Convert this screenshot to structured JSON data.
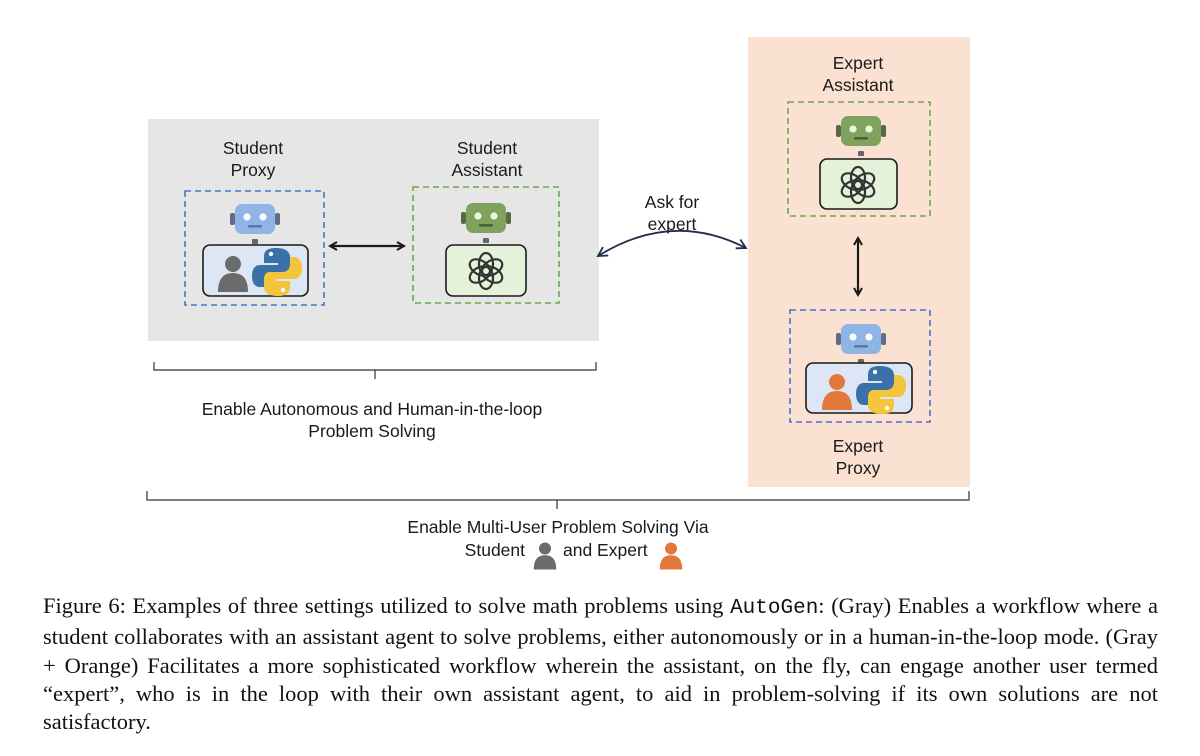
{
  "labels": {
    "student_proxy": [
      "Student",
      "Proxy"
    ],
    "student_assistant": [
      "Student",
      "Assistant"
    ],
    "ask_for_expert": [
      "Ask for",
      "expert"
    ],
    "expert_assistant": [
      "Expert",
      "Assistant"
    ],
    "expert_proxy": [
      "Expert",
      "Proxy"
    ],
    "autonomous": [
      "Enable Autonomous and Human-in-the-loop",
      "Problem Solving"
    ],
    "multi_user": {
      "line1": "Enable Multi-User Problem Solving Via",
      "student": "Student",
      "and_expert": "and Expert"
    }
  },
  "caption": {
    "prefix": "Figure 6: Examples of three settings utilized to solve math problems using ",
    "code": "AutoGen",
    "rest": ": (Gray) Enables a workflow where a student collaborates with an assistant agent to solve problems, either autonomously or in a human-in-the-loop mode. (Gray + Orange) Facilitates a more sophisticated workflow wherein the assistant, on the fly, can engage another user termed “expert”, who is in the loop with their own assistant agent, to aid in problem-solving if its own solutions are not satisfactory."
  },
  "colors": {
    "gray_panel": "#e6e6e6",
    "orange_panel": "#fbe1d2",
    "blue_dash": "#4a74c9",
    "green_dash": "#6aa84f",
    "blue_robot": "#8fb4e6",
    "green_robot": "#7fa35f",
    "green_card": "#e4f2da",
    "blue_card": "#dde6f4",
    "arrow": "#1f2d4a",
    "orange_person": "#e4773a",
    "gray_person": "#6b6b6b"
  },
  "icons": [
    "robot-icon",
    "python-icon",
    "person-icon",
    "openai-icon"
  ]
}
